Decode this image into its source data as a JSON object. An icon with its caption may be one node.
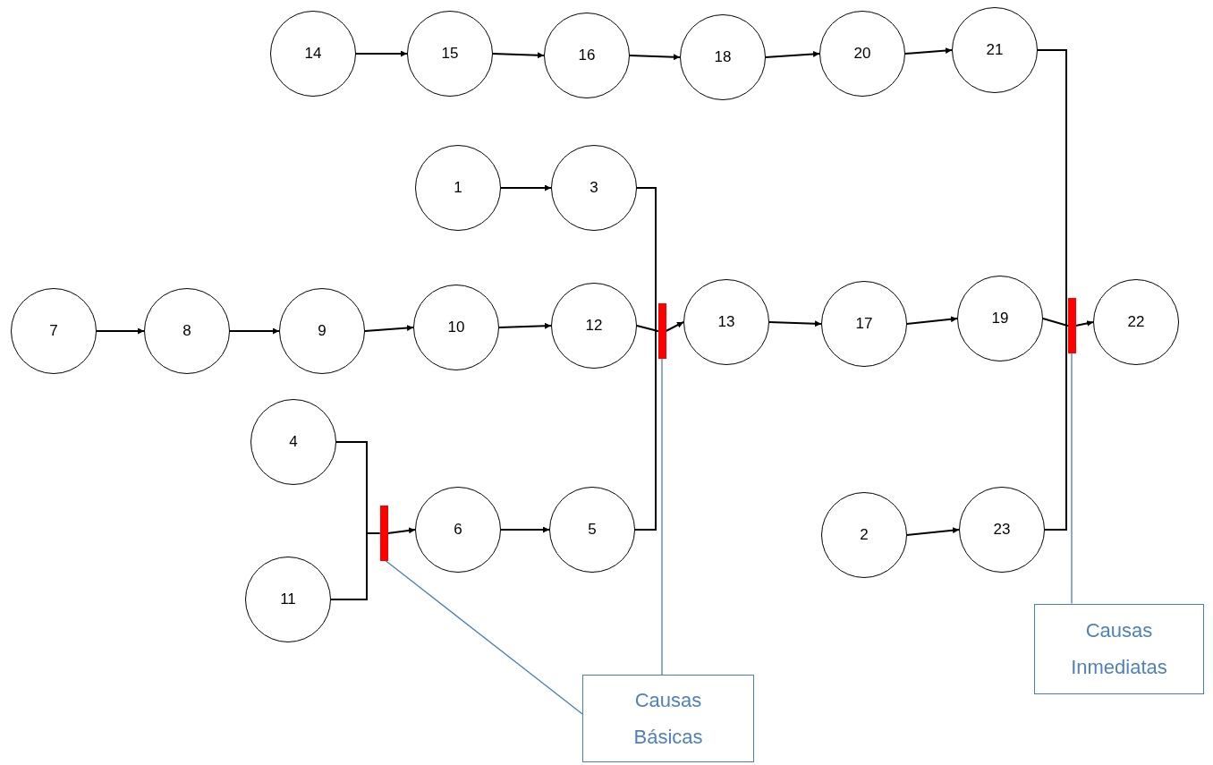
{
  "diagram": {
    "nodes": [
      {
        "text": [
          "14"
        ]
      },
      {
        "text": [
          "15"
        ]
      },
      {
        "text": [
          "16"
        ]
      },
      {
        "text": [
          "18"
        ]
      },
      {
        "text": [
          "20"
        ]
      },
      {
        "text": [
          "21"
        ]
      },
      {
        "text": [
          "1"
        ]
      },
      {
        "text": [
          "3"
        ]
      },
      {
        "text": [
          "7"
        ]
      },
      {
        "text": [
          "8"
        ]
      },
      {
        "text": [
          "9"
        ]
      },
      {
        "text": [
          "10"
        ]
      },
      {
        "text": [
          "12"
        ]
      },
      {
        "text": [],
        "shape": "bar"
      },
      {
        "text": [
          "13"
        ]
      },
      {
        "text": [
          "17"
        ]
      },
      {
        "text": [
          "19"
        ]
      },
      {
        "text": [],
        "shape": "bar"
      },
      {
        "text": [
          "22"
        ]
      },
      {
        "text": [
          "4"
        ]
      },
      {
        "text": [],
        "shape": "bar"
      },
      {
        "text": [
          "6"
        ]
      },
      {
        "text": [
          "5"
        ]
      },
      {
        "text": [
          "11"
        ]
      },
      {
        "text": [
          "2"
        ]
      },
      {
        "text": [
          "23"
        ]
      },
      {
        "text": [
          "Causas Inmediatas"
        ]
      },
      {
        "text": [
          "Causas Básicas"
        ]
      }
    ],
    "edges": [
      {
        "from": 0,
        "to": 1,
        "arrow": "to"
      },
      {
        "from": 1,
        "to": 2,
        "arrow": "to"
      },
      {
        "from": 2,
        "to": 3,
        "arrow": "to"
      },
      {
        "from": 3,
        "to": 4,
        "arrow": "to"
      },
      {
        "from": 4,
        "to": 5,
        "arrow": "to"
      },
      {
        "from": 6,
        "to": 7,
        "arrow": "to"
      },
      {
        "from": 8,
        "to": 9,
        "arrow": "to"
      },
      {
        "from": 9,
        "to": 10,
        "arrow": "to"
      },
      {
        "from": 10,
        "to": 11,
        "arrow": "to"
      },
      {
        "from": 11,
        "to": 12,
        "arrow": "to"
      },
      {
        "from": 7,
        "to": 13,
        "arrow": "none"
      },
      {
        "from": 12,
        "to": 13,
        "arrow": "none"
      },
      {
        "from": 22,
        "to": 13,
        "arrow": "none"
      },
      {
        "from": 13,
        "to": 14,
        "arrow": "to"
      },
      {
        "from": 14,
        "to": 15,
        "arrow": "to"
      },
      {
        "from": 15,
        "to": 16,
        "arrow": "to"
      },
      {
        "from": 5,
        "to": 17,
        "arrow": "none"
      },
      {
        "from": 16,
        "to": 17,
        "arrow": "none"
      },
      {
        "from": 25,
        "to": 17,
        "arrow": "none"
      },
      {
        "from": 17,
        "to": 18,
        "arrow": "to"
      },
      {
        "from": 19,
        "to": 20,
        "arrow": "none"
      },
      {
        "from": 23,
        "to": 20,
        "arrow": "none"
      },
      {
        "from": 20,
        "to": 21,
        "arrow": "to"
      },
      {
        "from": 21,
        "to": 22,
        "arrow": "to"
      },
      {
        "from": 24,
        "to": 25,
        "arrow": "to"
      },
      {
        "from": 27,
        "to": 20,
        "arrow": "none",
        "color": "#4a7ebb"
      },
      {
        "from": 27,
        "to": 13,
        "arrow": "none",
        "color": "#4a7ebb"
      },
      {
        "from": 26,
        "to": 17,
        "arrow": "none",
        "color": "#4a7ebb"
      }
    ]
  }
}
